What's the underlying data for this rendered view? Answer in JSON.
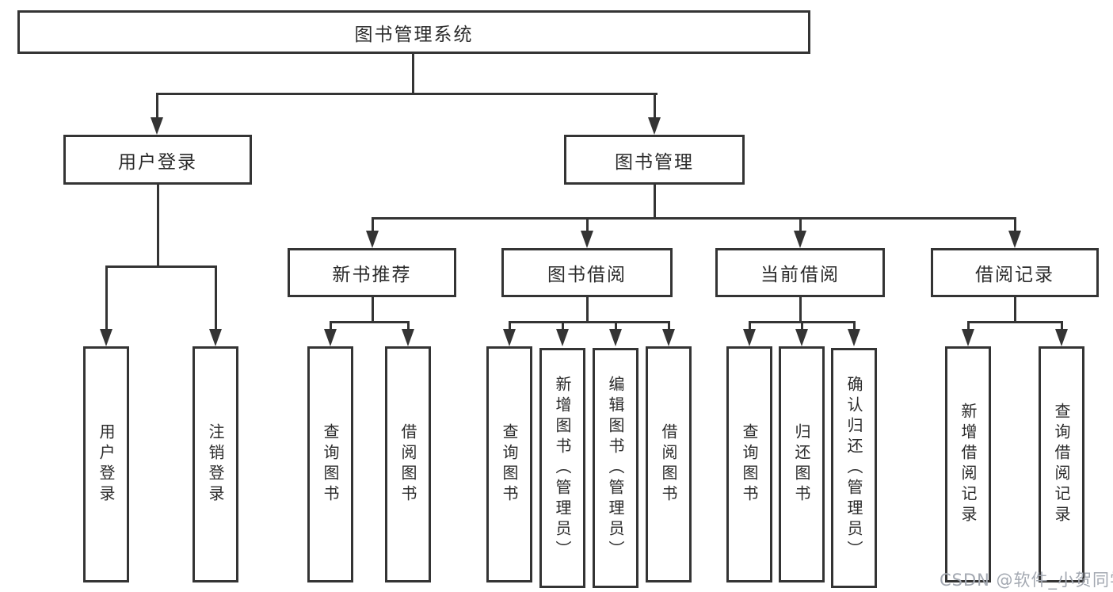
{
  "diagram": {
    "root": {
      "label": "图书管理系统",
      "children": [
        {
          "label": "用户登录",
          "children": [
            {
              "label": "用户登录"
            },
            {
              "label": "注销登录"
            }
          ]
        },
        {
          "label": "图书管理",
          "children": [
            {
              "label": "新书推荐",
              "children": [
                {
                  "label": "查询图书"
                },
                {
                  "label": "借阅图书"
                }
              ]
            },
            {
              "label": "图书借阅",
              "children": [
                {
                  "label": "查询图书"
                },
                {
                  "label": "新增图书（管理员）"
                },
                {
                  "label": "编辑图书（管理员）"
                },
                {
                  "label": "借阅图书"
                }
              ]
            },
            {
              "label": "当前借阅",
              "children": [
                {
                  "label": "查询图书"
                },
                {
                  "label": "归还图书"
                },
                {
                  "label": "确认归还（管理员）"
                }
              ]
            },
            {
              "label": "借阅记录",
              "children": [
                {
                  "label": "新增借阅记录"
                },
                {
                  "label": "查询借阅记录"
                }
              ]
            }
          ]
        }
      ]
    }
  },
  "watermark": {
    "text": "CSDN @软件_小贺同学"
  },
  "colors": {
    "line": "#343434",
    "box_border": "#343434",
    "text": "#2b2b2b",
    "watermark": "#a3a8b1",
    "background": "#ffffff"
  }
}
